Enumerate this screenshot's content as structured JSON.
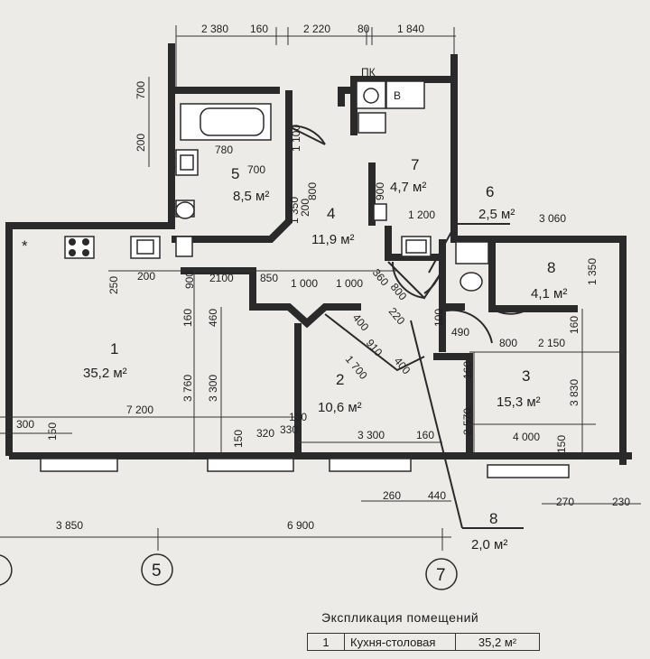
{
  "top_dims": [
    "2 380",
    "160",
    "2 220",
    "80",
    "1 840"
  ],
  "left_dims": [
    "700",
    "200"
  ],
  "bottom_dims": [
    "3 850",
    "6 900"
  ],
  "axes": [
    "5",
    "7"
  ],
  "rooms": [
    {
      "num": "1",
      "area": "35,2 м²"
    },
    {
      "num": "2",
      "area": "10,6 м²"
    },
    {
      "num": "3",
      "area": "15,3 м²"
    },
    {
      "num": "4",
      "area": "11,9 м²"
    },
    {
      "num": "5",
      "area": "8,5 м²"
    },
    {
      "num": "6",
      "area": "2,5 м²"
    },
    {
      "num": "7",
      "area": "4,7 м²"
    },
    {
      "num": "8",
      "area": "4,1 м²"
    },
    {
      "num": "8",
      "area": "2,0 м²"
    }
  ],
  "labels": {
    "pk": "ПК",
    "v": "В",
    "star": "*",
    "d780": "780",
    "d700": "700",
    "d1100": "1 100",
    "d800a": "800",
    "d1350": "1 350",
    "d200a": "200",
    "d900a": "900",
    "d1200": "1 200",
    "d3060": "3 060",
    "d1350b": "1 350",
    "d250": "250",
    "d200b": "200",
    "d900b": "900",
    "d2100": "2100",
    "d850": "850",
    "d1000a": "1 000",
    "d1000b": "1 000",
    "d360": "360",
    "d800b": "800",
    "d220": "220",
    "d100": "100",
    "d490": "490",
    "d160a": "160",
    "d460": "460",
    "d400a": "400",
    "d910": "910",
    "d1700": "1 700",
    "d400b": "400",
    "d800c": "800",
    "d2150": "2 150",
    "d160b": "160",
    "d3760": "3 760",
    "d3300a": "3 300",
    "d7200": "7 200",
    "d300": "300",
    "d150a": "150",
    "d160c": "160",
    "d330": "330",
    "d320": "320",
    "d150b": "150",
    "d160d": "160",
    "d2570": "2 570",
    "d3830": "3 830",
    "d3300b": "3 300",
    "d160e": "160",
    "d4000": "4 000",
    "d150c": "150",
    "d260": "260",
    "d440": "440",
    "d270": "270",
    "d230": "230"
  },
  "explication": {
    "title": "Экспликация помещений",
    "rows": [
      {
        "n": "1",
        "name": "Кухня-столовая",
        "area": "35,2 м²"
      }
    ]
  }
}
